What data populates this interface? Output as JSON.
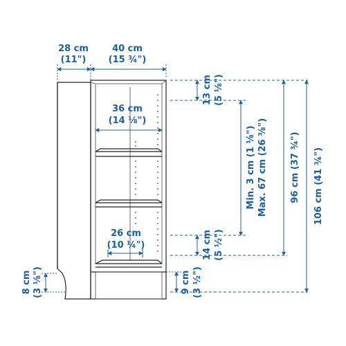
{
  "colors": {
    "dimension": "#1a5fa8",
    "outline": "#222222"
  },
  "dimensions": {
    "depth": {
      "metric": "28 cm",
      "imperial": "(11\")"
    },
    "width": {
      "metric": "40 cm",
      "imperial": "(15 ¾\")"
    },
    "inner_width": {
      "metric": "36 cm",
      "imperial": "(14 ⅛\")"
    },
    "bottom_inner_width": {
      "metric": "26 cm",
      "imperial": "(10 ¼\")"
    },
    "top_space": {
      "metric": "13 cm",
      "imperial": "(5 ⅛\")"
    },
    "shelf_range": {
      "min": "Min. 3 cm (1 ⅛\")",
      "max": "Max. 67 cm (26 ⅜\")"
    },
    "bottom_space": {
      "metric": "14 cm",
      "imperial": "(5 ½\")"
    },
    "height_96": {
      "text": "96 cm (37 ¾\")"
    },
    "height_106": {
      "text": "106 cm (41 ¾\")"
    },
    "plinth_height": {
      "metric": "9 cm",
      "imperial": "(3 ½\")"
    },
    "side_cutout": {
      "metric": "8 cm",
      "imperial": "(3 ⅛\")"
    }
  }
}
